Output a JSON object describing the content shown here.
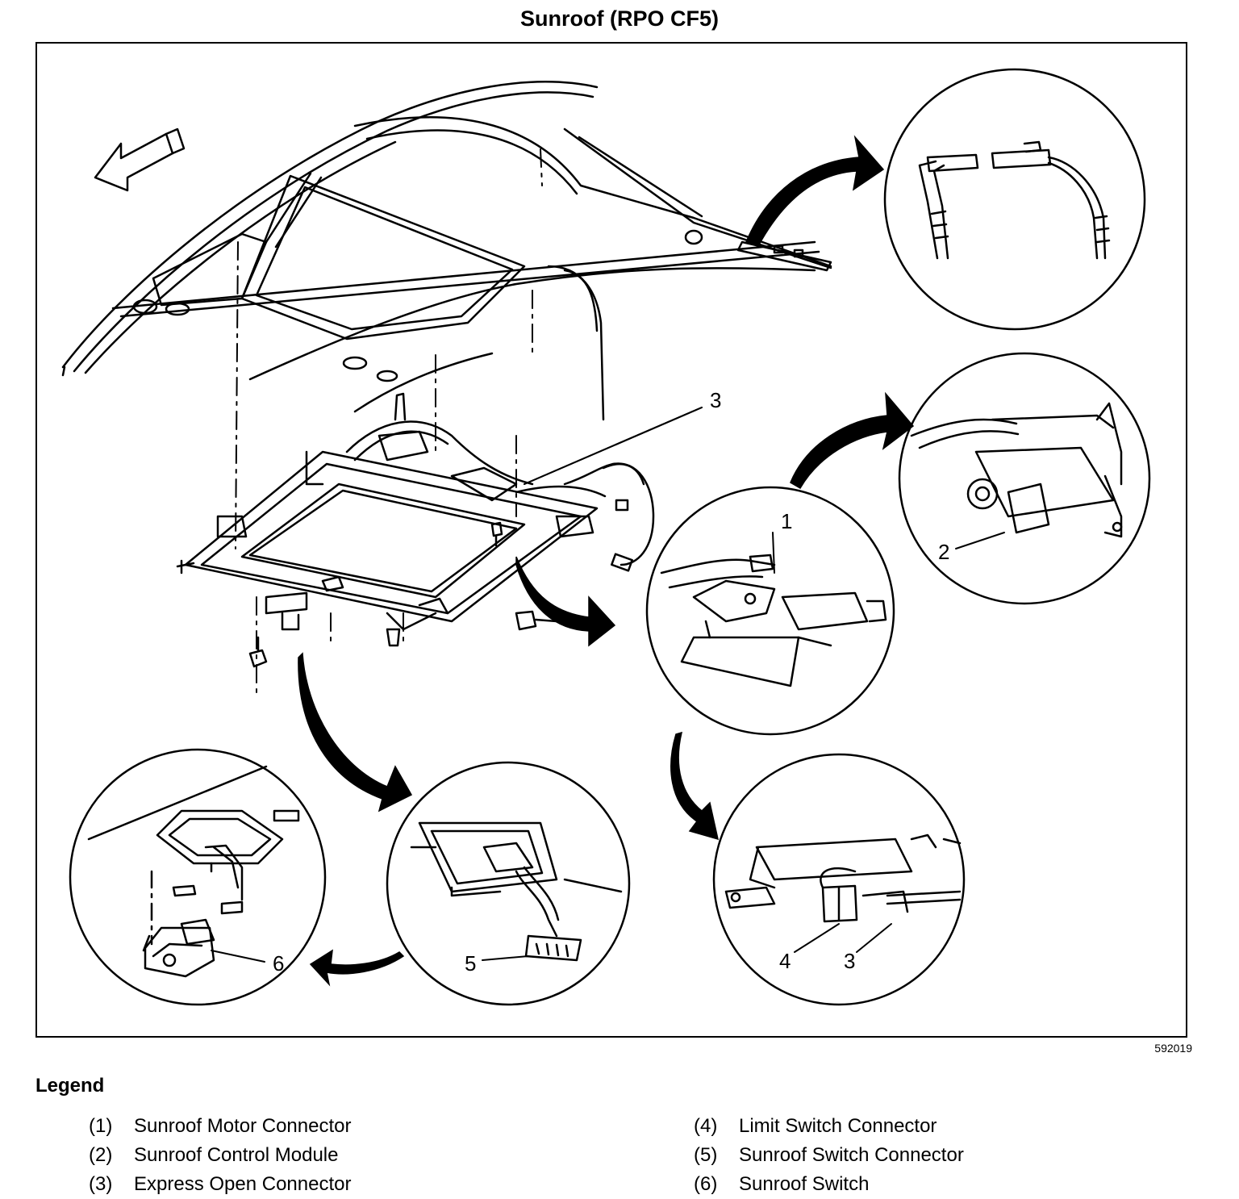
{
  "diagram": {
    "title": "Sunroof (RPO CF5)",
    "figure_number": "592019"
  },
  "callouts": {
    "c1": "1",
    "c2": "2",
    "c3a": "3",
    "c3b": "3",
    "c4": "4",
    "c5": "5",
    "c6": "6"
  },
  "legend": {
    "title": "Legend",
    "items": [
      {
        "num": "(1)",
        "label": "Sunroof Motor Connector"
      },
      {
        "num": "(2)",
        "label": "Sunroof Control Module"
      },
      {
        "num": "(3)",
        "label": "Express Open Connector"
      },
      {
        "num": "(4)",
        "label": "Limit Switch Connector"
      },
      {
        "num": "(5)",
        "label": "Sunroof Switch Connector"
      },
      {
        "num": "(6)",
        "label": "Sunroof Switch"
      }
    ]
  }
}
